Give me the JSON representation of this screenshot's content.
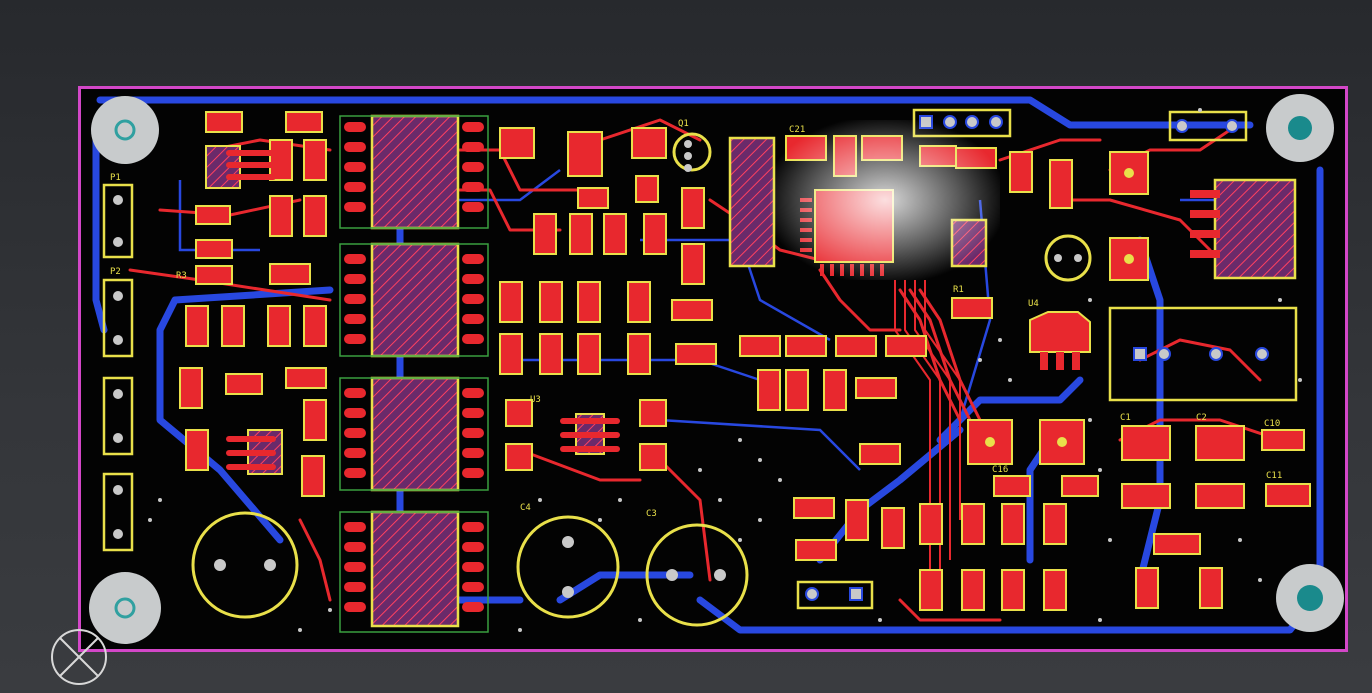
{
  "colors": {
    "board": "#030303",
    "top_copper": "#e8282e",
    "bottom_copper": "#2848e0",
    "silkscreen": "#e9e04a",
    "outline": "#d347c8",
    "via": "#c9c9c9",
    "hatch": "#6a2a6a"
  },
  "icons": {
    "mount_hole": "mounting-hole-icon",
    "origin_cursor": "origin-crosshair-icon"
  },
  "designators": {
    "u3": "U3",
    "u4": "U4",
    "c21": "C21",
    "c16": "C16",
    "c10": "C10",
    "c11": "C11",
    "r1": "R1",
    "r3": "R3",
    "p1": "P1",
    "p2": "P2",
    "c4": "C4",
    "c3": "C3",
    "q1": "Q1",
    "c1": "C1",
    "c2": "C2"
  }
}
